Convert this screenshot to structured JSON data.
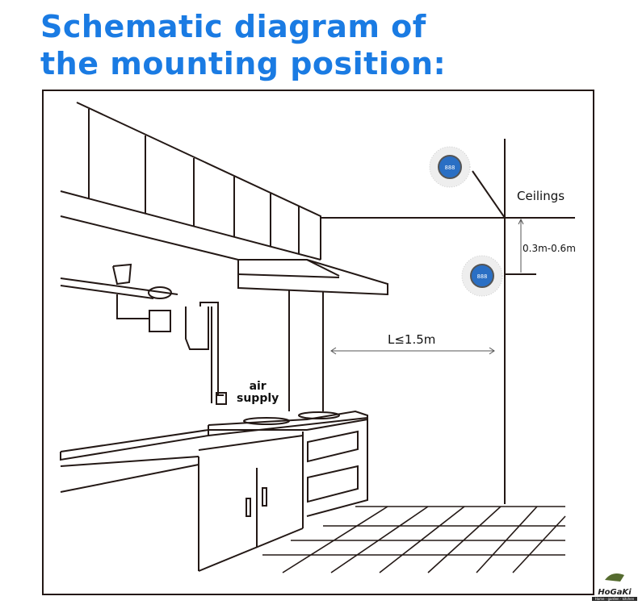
{
  "title": "Schematic diagram of the mounting position:",
  "labels": {
    "ceilings": "Ceilings",
    "height_range": "0.3m-0.6m",
    "distance": "L≤1.5m",
    "air_supply_line1": "air",
    "air_supply_line2": "supply"
  },
  "detector": {
    "display": "888"
  },
  "logo": {
    "name": "HoGaKi",
    "tagline": "Home - garden - kitchen"
  },
  "colors": {
    "title": "#1a7be3",
    "line": "#231815",
    "detector_face": "#2a6fc4"
  }
}
